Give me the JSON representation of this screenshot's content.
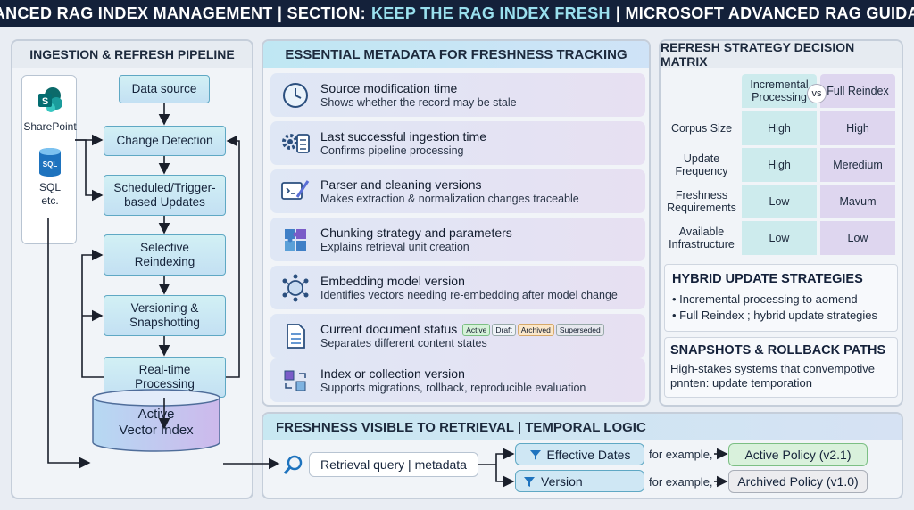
{
  "header": {
    "title_part1": "ADVANCED RAG INDEX MANAGEMENT | SECTION:",
    "title_highlight": "KEEP THE RAG INDEX FRESH",
    "title_part2": "| MICROSOFT ADVANCED RAG GUIDANCE"
  },
  "pipeline": {
    "title": "INGESTION & REFRESH PIPELINE",
    "sources": [
      "SharePoint",
      "SQL",
      "etc."
    ],
    "nodes": [
      "Data source",
      "Change Detection",
      "Scheduled/Trigger-based Updates",
      "Selective Reindexing",
      "Versioning & Snapshotting",
      "Real-time Processing"
    ],
    "index_line1": "Active",
    "index_line2": "Vector Index"
  },
  "metadata": {
    "title": "ESSENTIAL METADATA FOR FRESHNESS TRACKING",
    "rows": [
      {
        "title": "Source modification time",
        "sub": "Shows whether the record may be stale",
        "icon": "clock-icon"
      },
      {
        "title": "Last successful ingestion time",
        "sub": "Confirms pipeline processing",
        "icon": "gear-checklist-icon"
      },
      {
        "title": "Parser and cleaning versions",
        "sub": "Makes extraction & normalization changes traceable",
        "icon": "code-brush-icon"
      },
      {
        "title": "Chunking strategy and parameters",
        "sub": "Explains retrieval unit creation",
        "icon": "puzzle-icon"
      },
      {
        "title": "Embedding model version",
        "sub": "Identifies vectors needing re-embedding after model change",
        "icon": "neural-brain-icon"
      },
      {
        "title": "Current document status",
        "sub": "Separates different content states",
        "icon": "document-icon"
      },
      {
        "title": "Index or collection version",
        "sub": "Supports migrations, rollback, reproducible evaluation",
        "icon": "cubes-cycle-icon"
      }
    ],
    "status_chips": [
      {
        "label": "Active",
        "color": "#d6f2d9"
      },
      {
        "label": "Draft",
        "color": "#eef2f6"
      },
      {
        "label": "Archived",
        "color": "#fbe7c9"
      },
      {
        "label": "Superseded",
        "color": "#e6e8ee"
      }
    ]
  },
  "matrix": {
    "title": "REFRESH STRATEGY DECISION MATRIX",
    "col_inc": "Incremental Processing",
    "col_full": "Full Reindex",
    "vs": "vs",
    "rows": [
      {
        "label": "Corpus Size",
        "inc": "High",
        "full": "High"
      },
      {
        "label": "Update Frequency",
        "inc": "High",
        "full": "Meredium"
      },
      {
        "label": "Freshness Requirements",
        "inc": "Low",
        "full": "Mavum"
      },
      {
        "label": "Available Infrastructure",
        "inc": "Low",
        "full": "Low"
      }
    ],
    "hybrid_title": "HYBRID UPDATE STRATEGIES",
    "hybrid_items": [
      "Incremental processing to aomend",
      "Full Reindex ; hybrid update strategies"
    ],
    "snap_title": "SNAPSHOTS & ROLLBACK PATHS",
    "snap_line1": "High-stakes systems that convempotive",
    "snap_line2": "pnnten: update temporation"
  },
  "temporal": {
    "title": "FRESHNESS VISIBLE TO RETRIEVAL | TEMPORAL LOGIC",
    "query_label": "Retrieval query | metadata",
    "filters": [
      "Effective Dates",
      "Version"
    ],
    "example_label": "for example, >",
    "results": [
      "Active Policy (v2.1)",
      "Archived Policy (v1.0)"
    ]
  },
  "colors": {
    "header_bg": "#14213a",
    "accent_teal": "#9ae0ee",
    "node_border": "#5fa8c4",
    "arrow": "#1a1f2b"
  }
}
